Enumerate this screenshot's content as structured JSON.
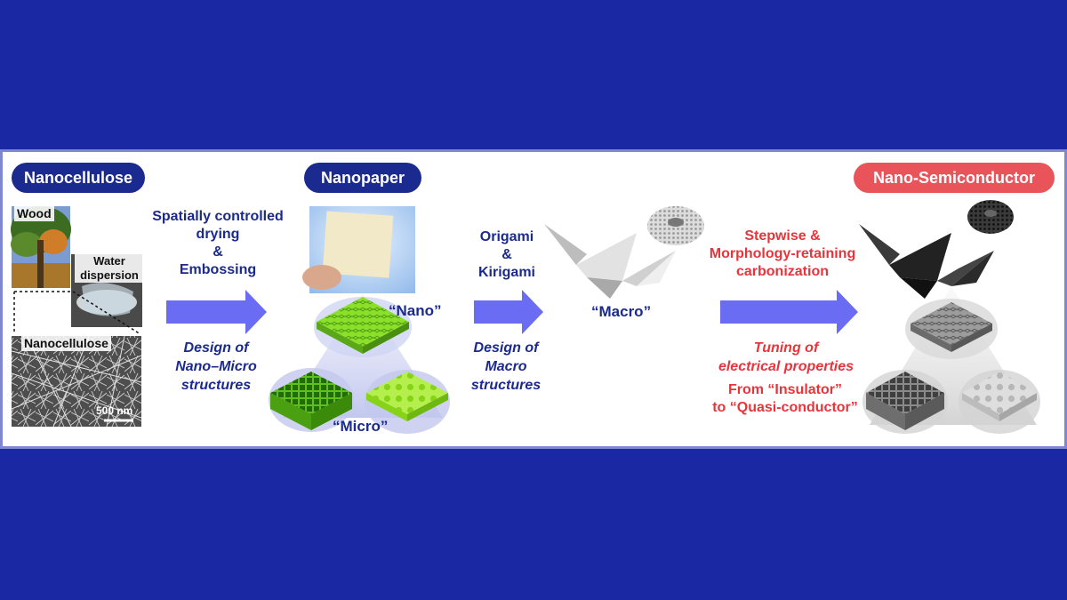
{
  "colors": {
    "background": "#1b28a4",
    "panel": "#ffffff",
    "pill_blue": "#1b2a8e",
    "pill_red": "#e8545a",
    "arrow": "#6a6cf4",
    "text_blue": "#1b2a8e",
    "text_red": "#e8343b",
    "structure_green": "#7cdc2a",
    "structure_gray": "#9a9a9a"
  },
  "stages": {
    "nanocellulose": {
      "title": "Nanocellulose",
      "wood_label": "Wood",
      "water_label": "Water dispersion",
      "sem_label": "Nanocellulose",
      "scale_bar": "500 nm"
    },
    "nanopaper": {
      "title": "Nanopaper",
      "nano_label": "“Nano”",
      "micro_label": "“Micro”"
    },
    "macro": {
      "label": "“Macro”"
    },
    "semiconductor": {
      "title": "Nano-Semiconductor"
    }
  },
  "steps": {
    "step1": {
      "process_lines": [
        "Spatially controlled",
        "drying",
        "&",
        "Embossing"
      ],
      "design_lines": [
        "Design of",
        "Nano–Micro",
        "structures"
      ]
    },
    "step2": {
      "process_lines": [
        "Origami",
        "&",
        "Kirigami"
      ],
      "design_lines": [
        "Design of",
        "Macro",
        "structures"
      ]
    },
    "step3": {
      "process_lines": [
        "Stepwise &",
        "Morphology-retaining",
        "carbonization"
      ],
      "tuning_lines": [
        "Tuning of",
        "electrical properties"
      ],
      "range_lines": [
        "From “Insulator”",
        "to “Quasi-conductor”"
      ]
    }
  }
}
